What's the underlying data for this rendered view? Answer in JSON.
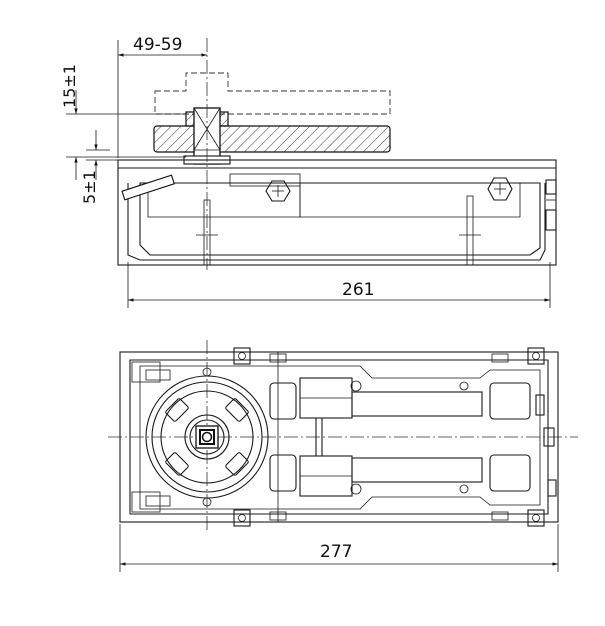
{
  "dimensions": {
    "spindle_offset": "49-59",
    "height_adjust": "15±1",
    "depth_adjust": "5±1",
    "side_length": "261",
    "plan_length": "277"
  }
}
